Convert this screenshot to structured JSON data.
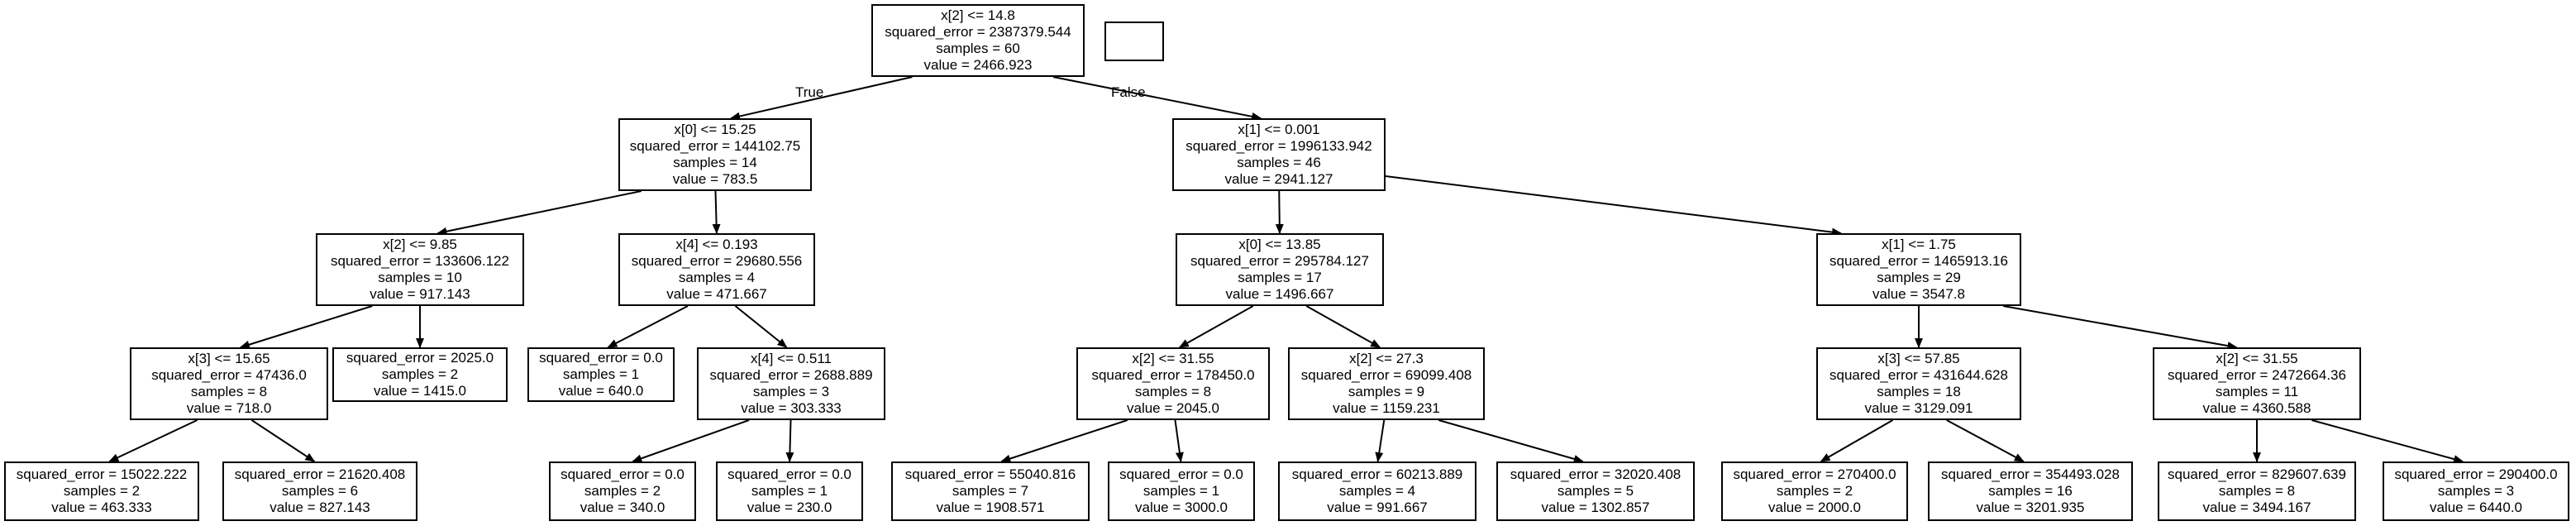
{
  "nodes": [
    {
      "id": "n0",
      "lines": [
        "x[2] <= 14.8",
        "squared_error = 2387379.544",
        "samples = 60",
        "value = 2466.923"
      ]
    },
    {
      "id": "n1",
      "lines": [
        "x[0] <= 15.25",
        "squared_error = 144102.75",
        "samples = 14",
        "value = 783.5"
      ]
    },
    {
      "id": "n2",
      "lines": [
        "x[1] <= 0.001",
        "squared_error = 1996133.942",
        "samples = 46",
        "value = 2941.127"
      ]
    },
    {
      "id": "n3",
      "lines": [
        "x[2] <= 9.85",
        "squared_error = 133606.122",
        "samples = 10",
        "value = 917.143"
      ]
    },
    {
      "id": "n4",
      "lines": [
        "x[4] <= 0.193",
        "squared_error = 29680.556",
        "samples = 4",
        "value = 471.667"
      ]
    },
    {
      "id": "n5",
      "lines": [
        "x[0] <= 13.85",
        "squared_error = 295784.127",
        "samples = 17",
        "value = 1496.667"
      ]
    },
    {
      "id": "n6",
      "lines": [
        "x[1] <= 1.75",
        "squared_error = 1465913.16",
        "samples = 29",
        "value = 3547.8"
      ]
    },
    {
      "id": "n7",
      "lines": [
        "x[3] <= 15.65",
        "squared_error = 47436.0",
        "samples = 8",
        "value = 718.0"
      ]
    },
    {
      "id": "n8",
      "lines": [
        "squared_error = 2025.0",
        "samples = 2",
        "value = 1415.0"
      ]
    },
    {
      "id": "n9",
      "lines": [
        "squared_error = 0.0",
        "samples = 1",
        "value = 640.0"
      ]
    },
    {
      "id": "n10",
      "lines": [
        "x[4] <= 0.511",
        "squared_error = 2688.889",
        "samples = 3",
        "value = 303.333"
      ]
    },
    {
      "id": "n11",
      "lines": [
        "x[2] <= 31.55",
        "squared_error = 178450.0",
        "samples = 8",
        "value = 2045.0"
      ]
    },
    {
      "id": "n12",
      "lines": [
        "x[2] <= 27.3",
        "squared_error = 69099.408",
        "samples = 9",
        "value = 1159.231"
      ]
    },
    {
      "id": "n13",
      "lines": [
        "x[3] <= 57.85",
        "squared_error = 431644.628",
        "samples = 18",
        "value = 3129.091"
      ]
    },
    {
      "id": "n14",
      "lines": [
        "x[2] <= 31.55",
        "squared_error = 2472664.36",
        "samples = 11",
        "value = 4360.588"
      ]
    },
    {
      "id": "n15",
      "lines": [
        "squared_error = 15022.222",
        "samples = 2",
        "value = 463.333"
      ]
    },
    {
      "id": "n16",
      "lines": [
        "squared_error = 21620.408",
        "samples = 6",
        "value = 827.143"
      ]
    },
    {
      "id": "n17",
      "lines": [
        "squared_error = 0.0",
        "samples = 2",
        "value = 340.0"
      ]
    },
    {
      "id": "n18",
      "lines": [
        "squared_error = 0.0",
        "samples = 1",
        "value = 230.0"
      ]
    },
    {
      "id": "n19",
      "lines": [
        "squared_error = 55040.816",
        "samples = 7",
        "value = 1908.571"
      ]
    },
    {
      "id": "n20",
      "lines": [
        "squared_error = 0.0",
        "samples = 1",
        "value = 3000.0"
      ]
    },
    {
      "id": "n21",
      "lines": [
        "squared_error = 60213.889",
        "samples = 4",
        "value = 991.667"
      ]
    },
    {
      "id": "n22",
      "lines": [
        "squared_error = 32020.408",
        "samples = 5",
        "value = 1302.857"
      ]
    },
    {
      "id": "n23",
      "lines": [
        "squared_error = 270400.0",
        "samples = 2",
        "value = 2000.0"
      ]
    },
    {
      "id": "n24",
      "lines": [
        "squared_error = 354493.028",
        "samples = 16",
        "value = 3201.935"
      ]
    },
    {
      "id": "n25",
      "lines": [
        "squared_error = 829607.639",
        "samples = 8",
        "value = 3494.167"
      ]
    },
    {
      "id": "n26",
      "lines": [
        "squared_error = 290400.0",
        "samples = 3",
        "value = 6440.0"
      ]
    }
  ],
  "edges": [
    {
      "from": "n0",
      "to": "n1",
      "label": "True"
    },
    {
      "from": "n0",
      "to": "n2",
      "label": "False"
    },
    {
      "from": "n1",
      "to": "n3"
    },
    {
      "from": "n1",
      "to": "n4"
    },
    {
      "from": "n2",
      "to": "n5"
    },
    {
      "from": "n2",
      "to": "n6"
    },
    {
      "from": "n3",
      "to": "n7"
    },
    {
      "from": "n3",
      "to": "n8"
    },
    {
      "from": "n4",
      "to": "n9"
    },
    {
      "from": "n4",
      "to": "n10"
    },
    {
      "from": "n5",
      "to": "n11"
    },
    {
      "from": "n5",
      "to": "n12"
    },
    {
      "from": "n6",
      "to": "n13"
    },
    {
      "from": "n6",
      "to": "n14"
    },
    {
      "from": "n7",
      "to": "n15"
    },
    {
      "from": "n7",
      "to": "n16"
    },
    {
      "from": "n10",
      "to": "n17"
    },
    {
      "from": "n10",
      "to": "n18"
    },
    {
      "from": "n11",
      "to": "n19"
    },
    {
      "from": "n11",
      "to": "n20"
    },
    {
      "from": "n12",
      "to": "n21"
    },
    {
      "from": "n12",
      "to": "n22"
    },
    {
      "from": "n13",
      "to": "n23"
    },
    {
      "from": "n13",
      "to": "n24"
    },
    {
      "from": "n14",
      "to": "n25"
    },
    {
      "from": "n14",
      "to": "n26"
    }
  ]
}
